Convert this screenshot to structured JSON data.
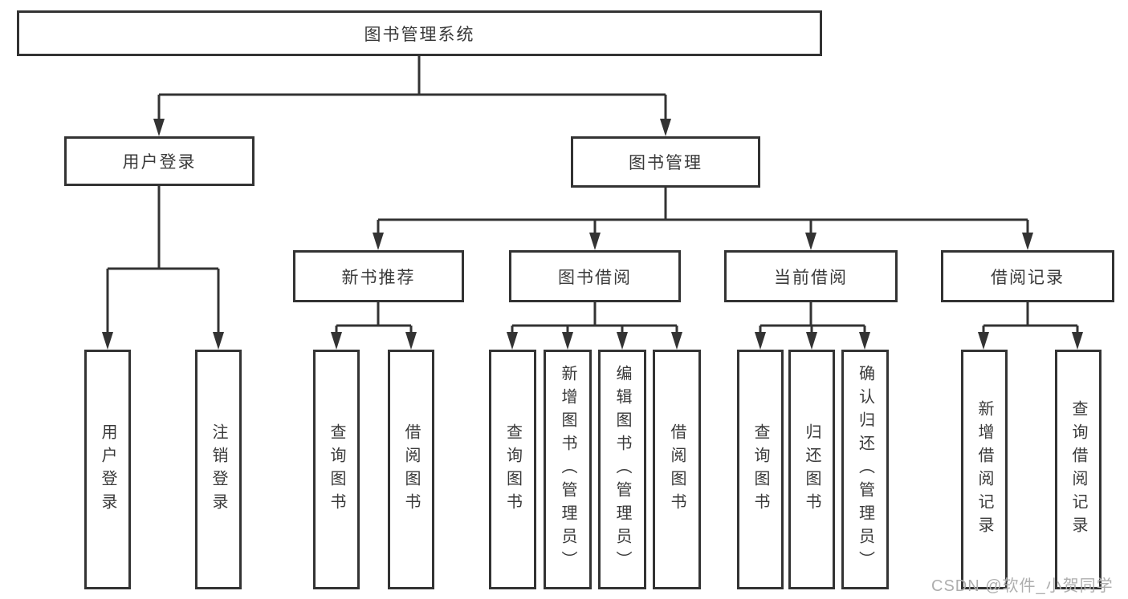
{
  "nodes": {
    "root": "图书管理系统",
    "user_login": {
      "label": "用户登录",
      "leaves": [
        "用户登录",
        "注销登录"
      ]
    },
    "book_management": {
      "label": "图书管理",
      "groups": [
        {
          "label": "新书推荐",
          "leaves": [
            "查询图书",
            "借阅图书"
          ]
        },
        {
          "label": "图书借阅",
          "leaves": [
            "查询图书",
            "新增图书（管理员）",
            "编辑图书（管理员）",
            "借阅图书"
          ]
        },
        {
          "label": "当前借阅",
          "leaves": [
            "查询图书",
            "归还图书",
            "确认归还（管理员）"
          ]
        },
        {
          "label": "借阅记录",
          "leaves": [
            "新增借阅记录",
            "查询借阅记录"
          ]
        }
      ]
    }
  },
  "watermark": "CSDN @软件_小贺同学",
  "colors": {
    "line": "#333333",
    "text": "#3a3a3a",
    "watermark": "#aeaeae",
    "background": "#ffffff"
  }
}
